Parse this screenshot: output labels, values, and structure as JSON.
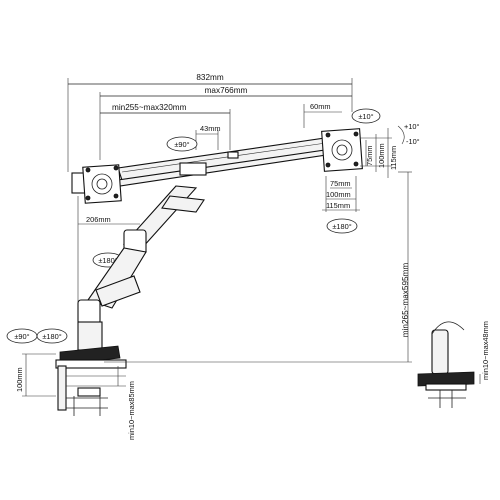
{
  "dimensions": {
    "total_width": "832mm",
    "max_arm_width": "max766mm",
    "extension_range": "min255~max320mm",
    "offset_43": "43mm",
    "vesa_offset": "60mm",
    "left_width": "206mm",
    "vesa_75_h": "75mm",
    "vesa_75_w": "75mm",
    "vesa_100_h": "100mm",
    "vesa_100_w": "100mm",
    "vesa_115_h": "115mm",
    "vesa_115_w": "115mm",
    "height_range": "min265~max595mm",
    "base_height": "100mm",
    "clamp_range": "min10~max85mm",
    "side_clamp_range": "min10~max48mm"
  },
  "angles": {
    "tilt_tag": "±10°",
    "tilt_up": "+10°",
    "tilt_down": "-10°",
    "swivel_90": "±90°",
    "rotate_180_vesa": "±180°",
    "rotate_180_joint": "±180°",
    "swivel_90_base": "±90°",
    "rotate_180_base": "±180°"
  }
}
